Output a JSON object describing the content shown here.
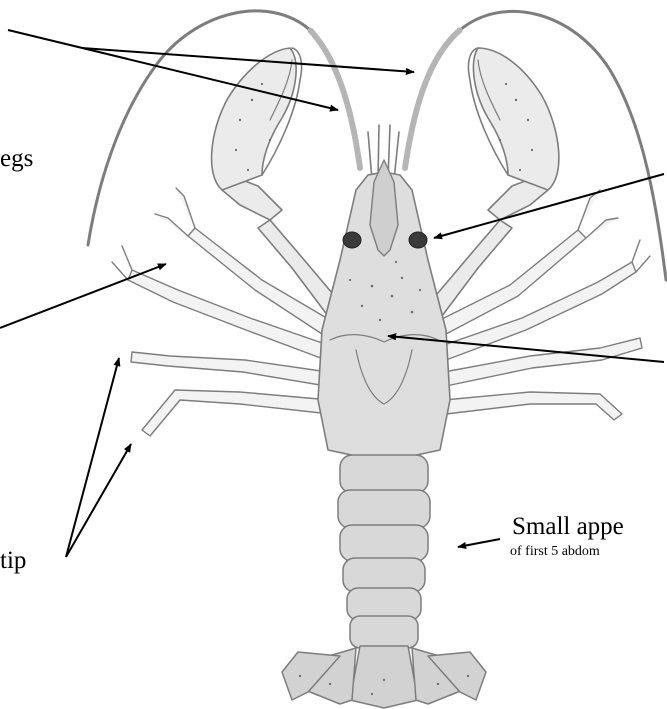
{
  "labels": {
    "legs_partial": "egs",
    "tip_partial": "tip",
    "small_appendages_partial": "Small appe",
    "small_appendages_sub_partial": "of first 5 abdom"
  },
  "colors": {
    "ink": "#000000",
    "drawing_outline": "#7d7d7d",
    "body_fill": "#ececec",
    "shell_fill": "#dedede",
    "claw_fill": "#ebebeb",
    "leg_fill": "#f3f3f3",
    "eye_fill": "#3a3a3a",
    "stipple": "#6e6e6e"
  }
}
